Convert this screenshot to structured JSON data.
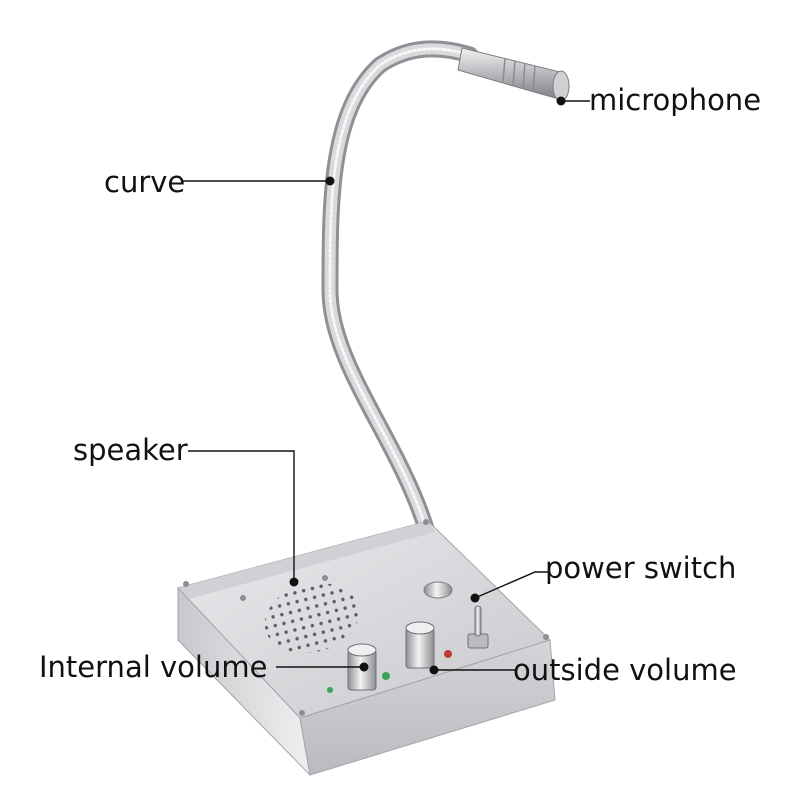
{
  "labels": {
    "microphone": "microphone",
    "curve": "curve",
    "speaker": "speaker",
    "power_switch": "power switch",
    "internal_volume": "Internal volume",
    "outside_volume": "outside volume"
  },
  "colors": {
    "housing": "#d9dadc",
    "housing_dark": "#a9abaf",
    "metal": "#c8c9cc",
    "leader_line": "#111111",
    "led_green": "#3aa35b",
    "led_red": "#c0392b"
  },
  "icons": {
    "speaker_grille": "speaker-grille-icon",
    "knob": "knob-icon",
    "toggle": "toggle-switch-icon"
  }
}
